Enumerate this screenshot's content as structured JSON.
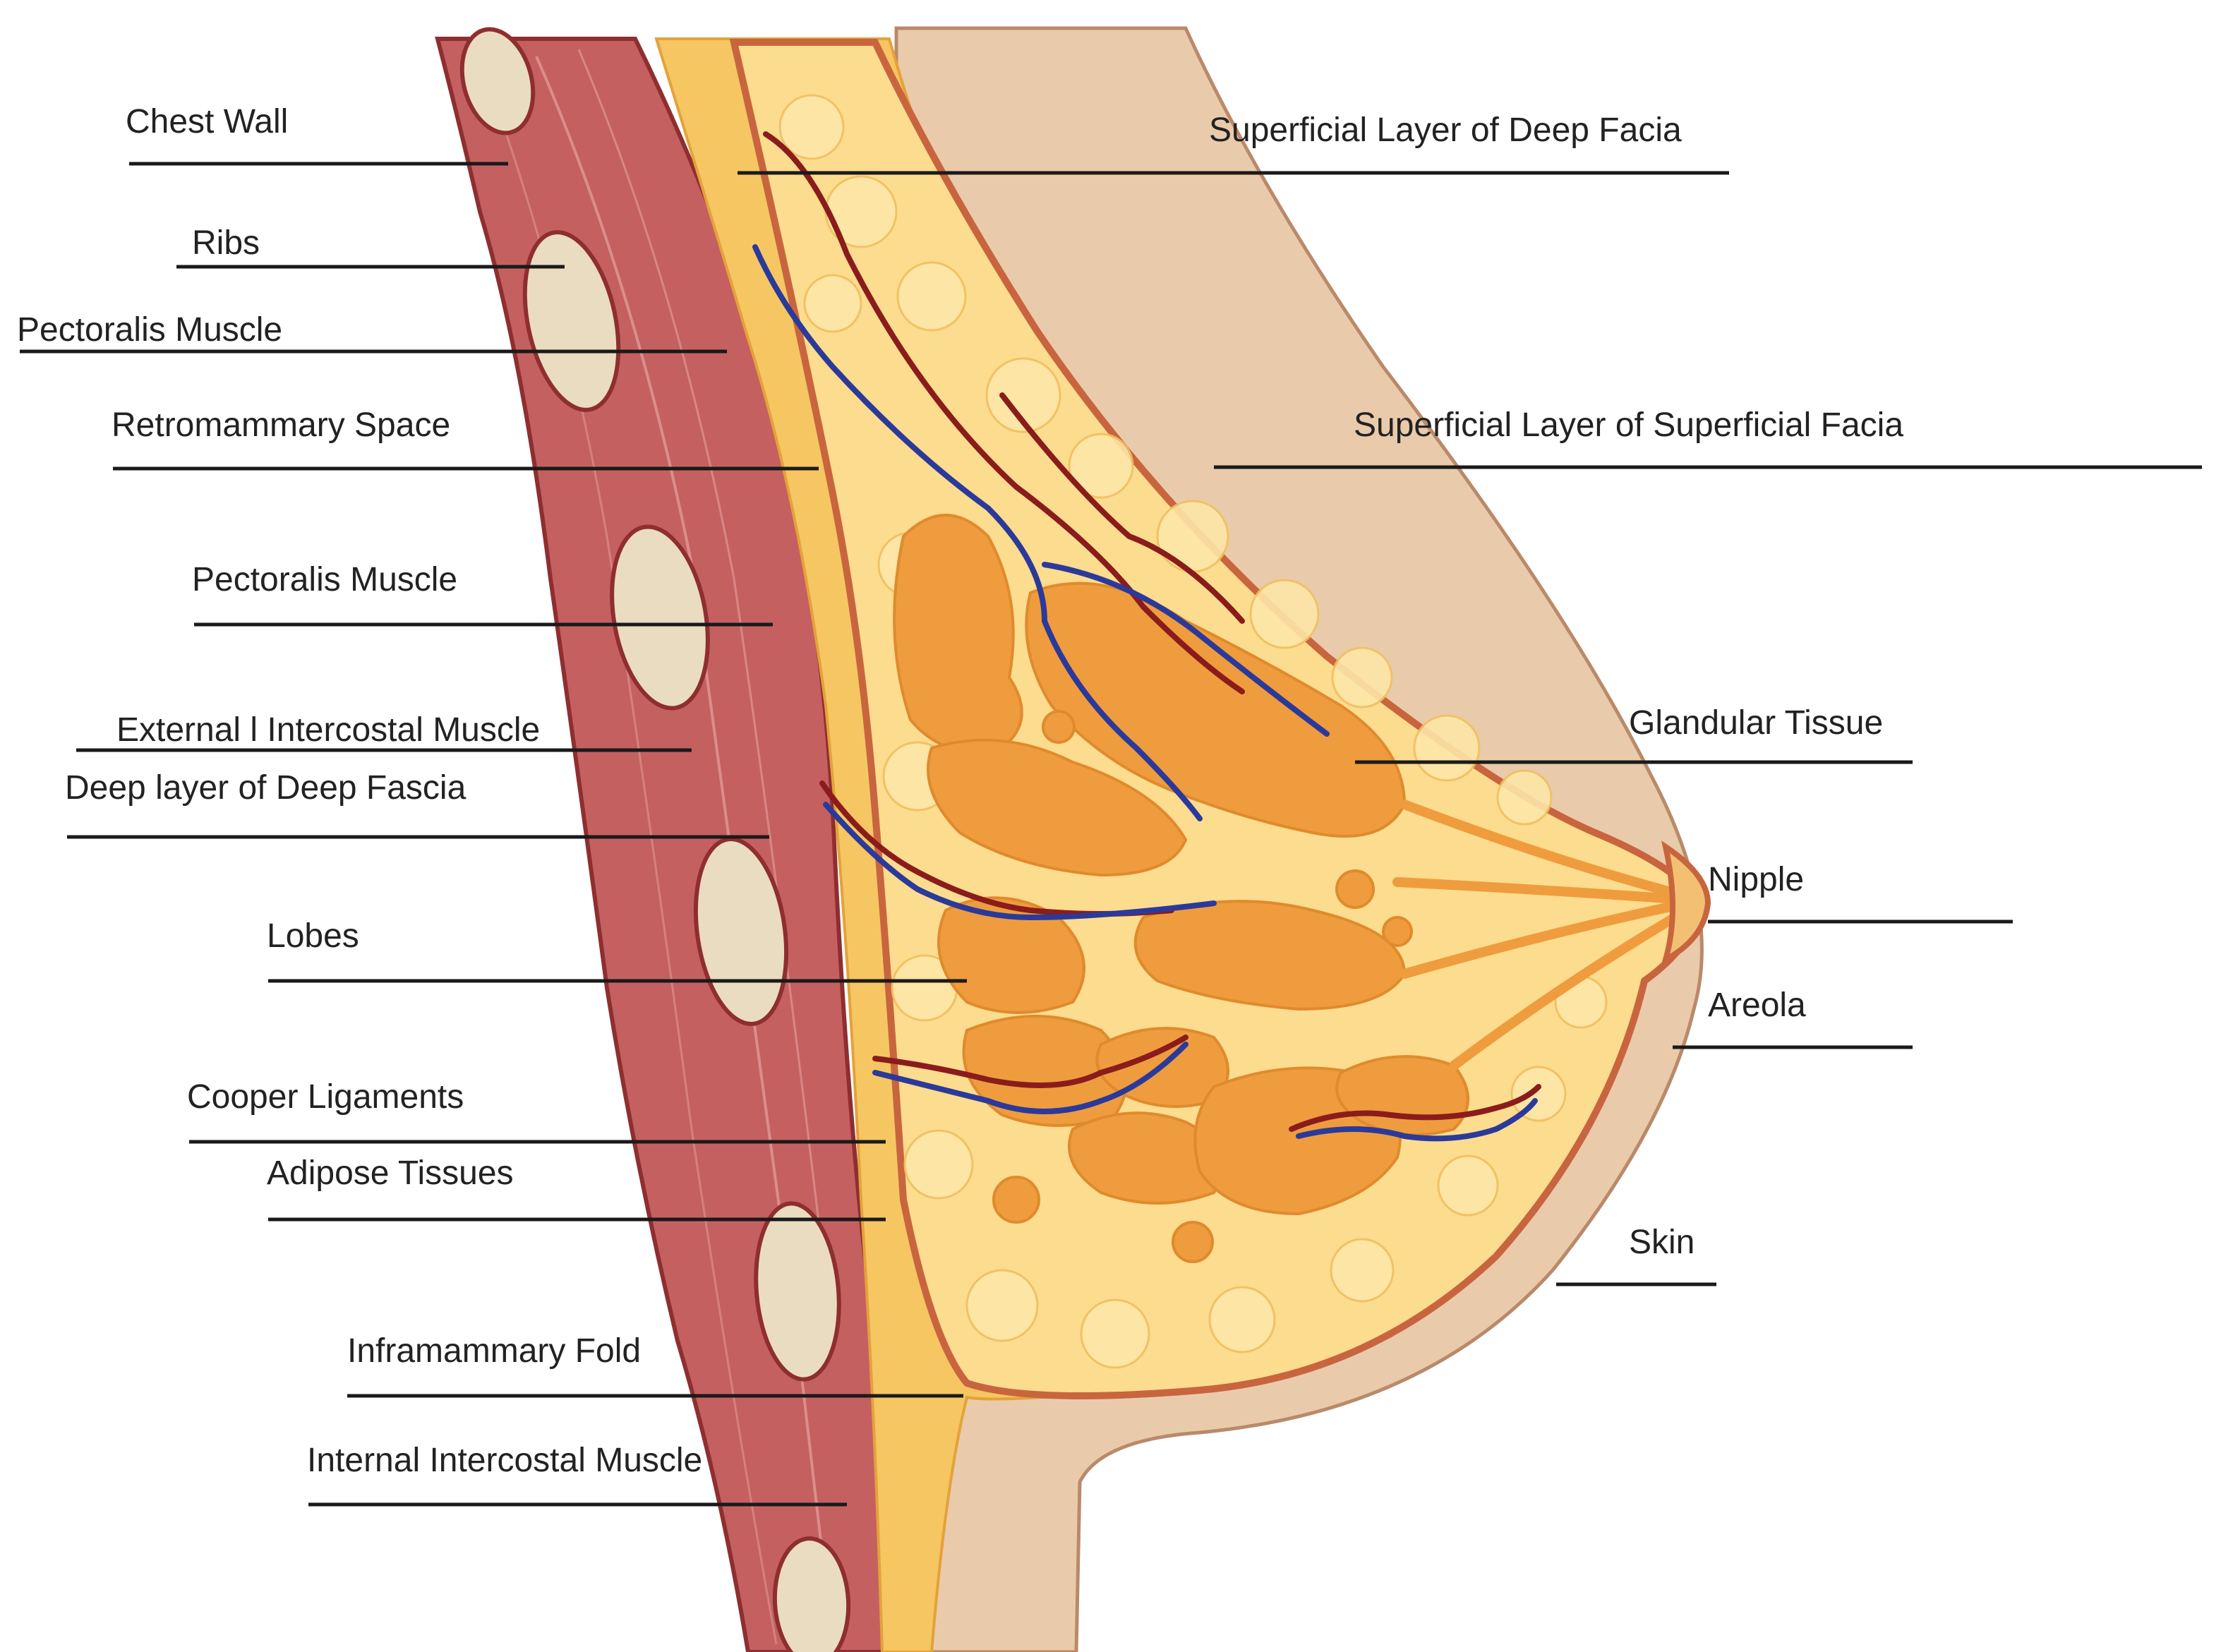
{
  "labels": {
    "chest_wall": "Chest Wall",
    "ribs": "Ribs",
    "pectoralis_upper": "Pectoralis Muscle",
    "retromammary": "Retromammary Space",
    "pectoralis_lower": "Pectoralis Muscle",
    "external_intercostal": "External l Intercostal Muscle",
    "deep_layer_deep_fascia": "Deep layer of Deep Fascia",
    "lobes": "Lobes",
    "cooper": "Cooper Ligaments",
    "adipose": "Adipose Tissues",
    "inframammary": "Inframammary Fold",
    "internal_intercostal": "Internal Intercostal Muscle",
    "superficial_deep_facia": "Superficial Layer of Deep Facia",
    "superficial_superficial_facia": "Superficial Layer of Superficial  Facia",
    "glandular": "Glandular Tissue",
    "nipple": "Nipple",
    "areola": "Areola",
    "skin": "Skin"
  },
  "colors": {
    "muscle": "#c0595a",
    "muscle_dark": "#8e2e30",
    "rib": "#e9dcc2",
    "rib_outline": "#b8a888",
    "fat": "#fbd98a",
    "fat_light": "#fde7ab",
    "fascia": "#f6bf54",
    "gland": "#ee9a3c",
    "gland_light": "#f4b25a",
    "skin_outer": "#e6c3a0",
    "skin_line": "#b47a5a",
    "artery": "#8a1c1c",
    "vein": "#2b3a9a"
  }
}
